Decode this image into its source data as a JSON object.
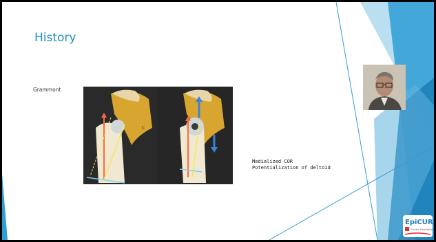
{
  "slide": {
    "title": "History",
    "section_label": "Grammont",
    "caption_lines": [
      "Medialized COR",
      "Potentialization of deltoid"
    ],
    "logo_text": "EpiCURA",
    "logo_subtext": "Centre Hospitalier"
  },
  "colors": {
    "title_blue": "#1f8dc7",
    "accent_light": "#5fb3dc",
    "accent_dark": "#1e7fb8",
    "accent_mid": "#2f9fd4"
  }
}
